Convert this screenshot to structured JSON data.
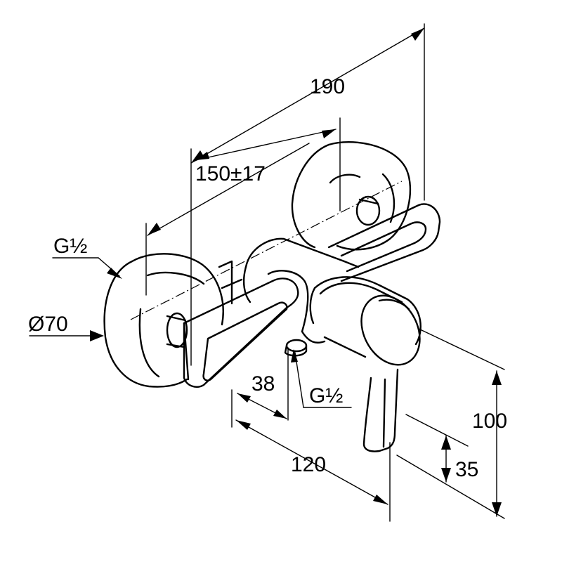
{
  "dimensions": {
    "overall_length": "190",
    "centers": "150±17",
    "thread_inlet": "G½",
    "rosette_diameter": "Ø70",
    "outlet_offset": "38",
    "thread_outlet": "G½",
    "depth": "120",
    "height": "100",
    "lever_height": "35"
  },
  "colors": {
    "ink": "#000000",
    "background": "#ffffff"
  }
}
